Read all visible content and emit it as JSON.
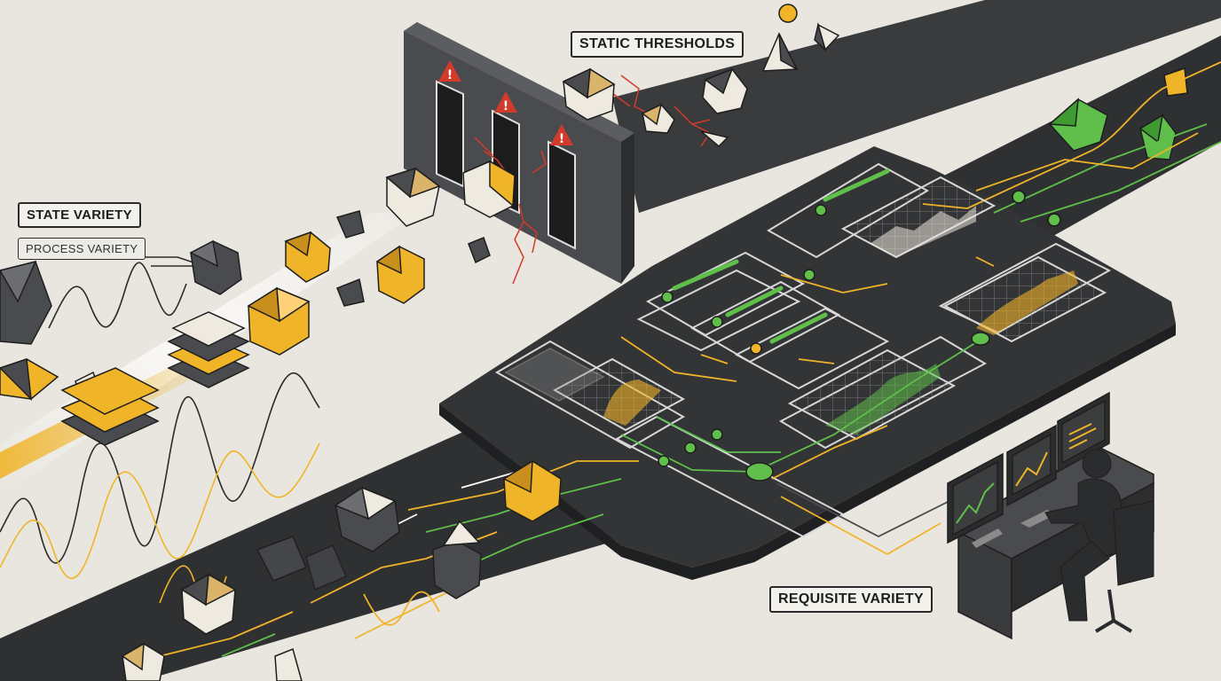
{
  "labels": {
    "static_thresholds": "STATIC THRESHOLDS",
    "state_variety": "STATE VARIETY",
    "process_variety": "PROCESS VARIETY",
    "requisite_variety": "REQUISITE VARIETY"
  },
  "colors": {
    "background": "#e9e6df",
    "road": "#2f3032",
    "board": "#333436",
    "panel_line": "#d8d8d8",
    "accent_yellow": "#f0b429",
    "accent_green": "#5fbf4a",
    "alert_red": "#d23a2a",
    "gem_dark": "#4a4b4e",
    "gem_light": "#eeeae0"
  },
  "icons": [
    "warning-triangle-icon",
    "warning-triangle-icon",
    "warning-triangle-icon",
    "operator-icon",
    "monitor-icon"
  ]
}
